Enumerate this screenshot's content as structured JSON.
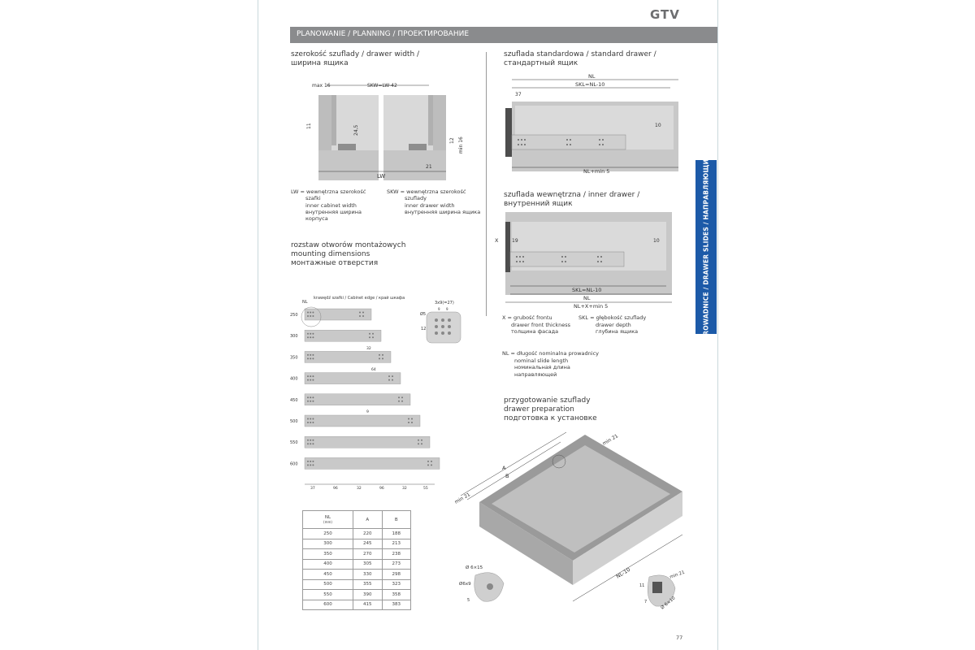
{
  "brand": {
    "logo": "GTV"
  },
  "section_title": "PLANOWANIE / PLANNING / ПРОЕКТИРОВАНИЕ",
  "side_tab": "PROWADNICE / DRAWER SLIDES / НАПРАВЛЯЮЩИЕ",
  "page_number": "77",
  "drawer_width": {
    "title": [
      "szerokość szuflady / drawer width /",
      "ширина ящика"
    ],
    "dims": {
      "max16": "max 16",
      "skw": "SKW=LW-42",
      "d11": "11",
      "d245": "24,5",
      "d12": "12",
      "min16": "min 16",
      "d21": "21",
      "lw": "LW"
    },
    "legend_lw": [
      "LW = wewnętrzna szerokość",
      "szafki",
      "inner cabinet width",
      "внутренняя ширина",
      "корпуса"
    ],
    "legend_skw": [
      "SKW = wewnętrzna szerokość",
      "szuflady",
      "inner drawer width",
      "внутренняя ширина ящика"
    ]
  },
  "mounting": {
    "title": [
      "rozstaw otworów montażowych",
      "mounting dimensions",
      "монтажные отверстия"
    ],
    "edge_label": "krawędź szafki / Cabinet edge / край шкафа",
    "nl_label": "NL",
    "sizes": [
      "250",
      "300",
      "350",
      "400",
      "450",
      "500",
      "550",
      "600"
    ],
    "detail_dims": {
      "a": "3x9(=27)",
      "b": "Ø5",
      "c": "12",
      "d": "9",
      "e": "9"
    },
    "spacing_labels": {
      "s32": "32",
      "s64": "64",
      "s9": "9"
    },
    "bottom_dims": [
      "37",
      "96",
      "32",
      "96",
      "32",
      "55"
    ]
  },
  "standard_drawer": {
    "title": [
      "szuflada standardowa / standard drawer /",
      "стандартный ящик"
    ],
    "dims": {
      "nl": "NL",
      "skl": "SKL=NL-10",
      "d37": "37",
      "d10": "10",
      "nlmin": "NL+min 5"
    }
  },
  "inner_drawer": {
    "title": [
      "szuflada wewnętrzna / inner drawer /",
      "внутренний ящик"
    ],
    "dims": {
      "x": "X",
      "d19": "19",
      "d10": "10",
      "skl": "SKL=NL-10",
      "nl": "NL",
      "nlx": "NL+X+min 5"
    }
  },
  "legend_right": {
    "x": [
      "X = grubość frontu",
      "drawer front thickness",
      "толщина фасада"
    ],
    "skl": [
      "SKL = głębokość szuflady",
      "drawer depth",
      "глубина ящика"
    ],
    "nl": [
      "NL = długość nominalna prowadnicy",
      "nominal slide length",
      "номинальная длина",
      "направляющей"
    ]
  },
  "prep": {
    "title": [
      "przygotowanie szuflady",
      "drawer preparation",
      "подготовка к установке"
    ],
    "dims": {
      "a": "A",
      "b": "B",
      "min21a": "min 21",
      "min21b": "min 21",
      "min21c": "min 21",
      "nl10": "NL-10",
      "d6x15": "Ø 6×15",
      "d6x9": "Ø6x9",
      "d5": "5",
      "d7": "7",
      "d11": "11",
      "d6x10": "Ø 6×10"
    }
  },
  "table": {
    "header": {
      "nl": "NL",
      "nl_sub": "(mm)",
      "a": "A",
      "b": "B"
    },
    "rows": [
      {
        "nl": "250",
        "a": "220",
        "b": "188"
      },
      {
        "nl": "300",
        "a": "245",
        "b": "213"
      },
      {
        "nl": "350",
        "a": "270",
        "b": "238"
      },
      {
        "nl": "400",
        "a": "305",
        "b": "273"
      },
      {
        "nl": "450",
        "a": "330",
        "b": "298"
      },
      {
        "nl": "500",
        "a": "355",
        "b": "323"
      },
      {
        "nl": "550",
        "a": "390",
        "b": "358"
      },
      {
        "nl": "600",
        "a": "415",
        "b": "383"
      }
    ]
  }
}
